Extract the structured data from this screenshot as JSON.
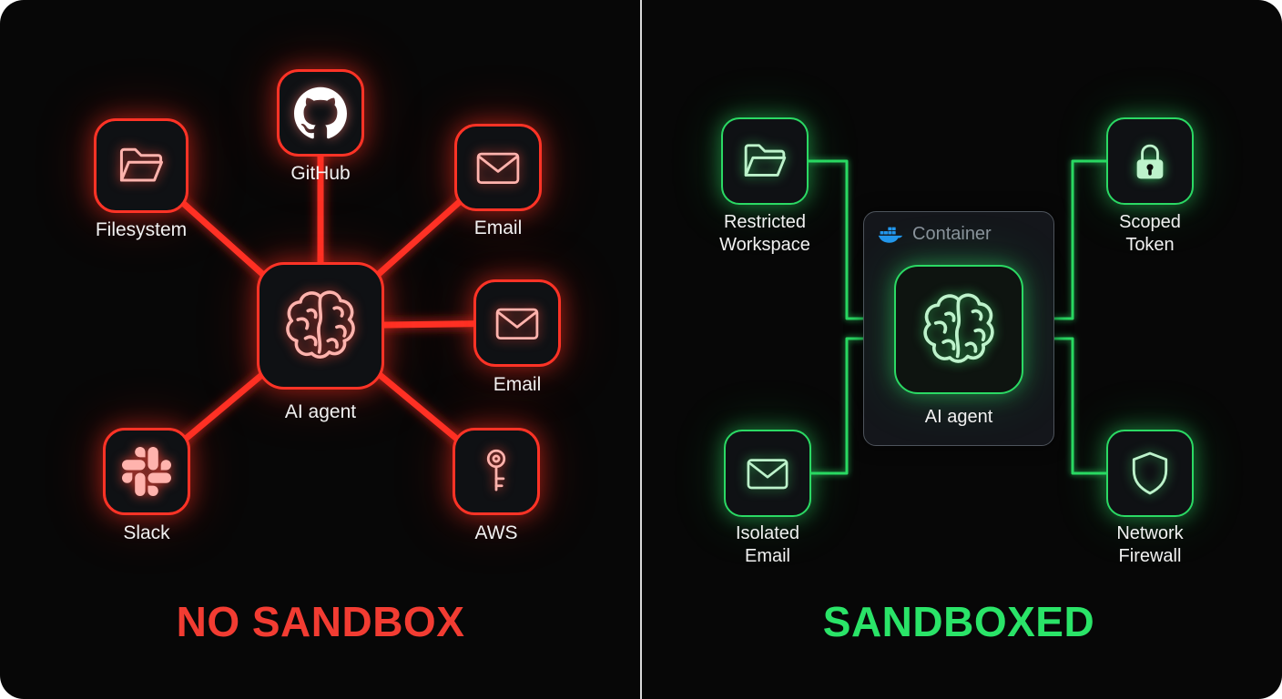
{
  "theme": {
    "page_bg": "#ffffff",
    "background": "#070707",
    "divider": "#d9d9d9",
    "red_accent": "#ff3326",
    "red_icon": "#ffb3ad",
    "red_title": "#f23c32",
    "green_accent": "#2bd964",
    "green_icon": "#bdf2cb",
    "green_title": "#2ae468",
    "text": "#f1f1f1",
    "container_border": "#4e545c",
    "container_text": "#8b929c",
    "docker_blue": "#2396ed",
    "github_white": "#ffffff"
  },
  "left_panel": {
    "title": "NO SANDBOX",
    "center": {
      "label": "AI agent",
      "icon": "brain-icon"
    },
    "nodes": [
      {
        "label": "Filesystem",
        "icon": "folder-icon"
      },
      {
        "label": "GitHub",
        "icon": "github-icon"
      },
      {
        "label": "Email",
        "icon": "envelope-icon"
      },
      {
        "label": "Email",
        "icon": "envelope-icon"
      },
      {
        "label": "AWS",
        "icon": "key-icon"
      },
      {
        "label": "Slack",
        "icon": "slack-icon"
      }
    ]
  },
  "right_panel": {
    "title": "SANDBOXED",
    "container": {
      "label": "Container",
      "icon": "docker-icon"
    },
    "center": {
      "label": "AI agent",
      "icon": "brain-icon"
    },
    "nodes": [
      {
        "label": "Restricted Workspace",
        "icon": "folder-icon"
      },
      {
        "label": "Scoped Token",
        "icon": "lock-icon"
      },
      {
        "label": "Isolated Email",
        "icon": "envelope-icon"
      },
      {
        "label": "Network Firewall",
        "icon": "shield-icon"
      }
    ]
  }
}
